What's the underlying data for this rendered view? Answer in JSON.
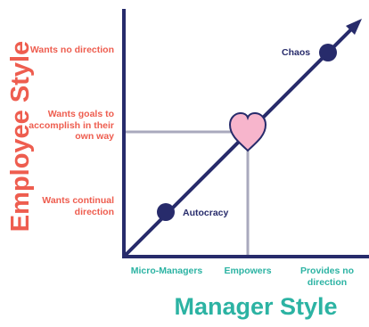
{
  "colors": {
    "navy": "#272b6b",
    "coral": "#ee5d4f",
    "teal": "#2cb3a3",
    "guide": "#a9a9bd",
    "heart_fill": "#f7b5cc"
  },
  "y_axis": {
    "title": "Employee Style",
    "levels": [
      "Wants no direction",
      "Wants goals to accomplish in their own way",
      "Wants continual direction"
    ]
  },
  "x_axis": {
    "title": "Manager Style",
    "levels": [
      "Micro-Managers",
      "Empowers",
      "Provides no direction"
    ]
  },
  "points": [
    {
      "label": "Chaos",
      "marker": "dot"
    },
    {
      "label": "Autocracy",
      "marker": "dot"
    },
    {
      "label": "",
      "marker": "heart-icon"
    }
  ]
}
